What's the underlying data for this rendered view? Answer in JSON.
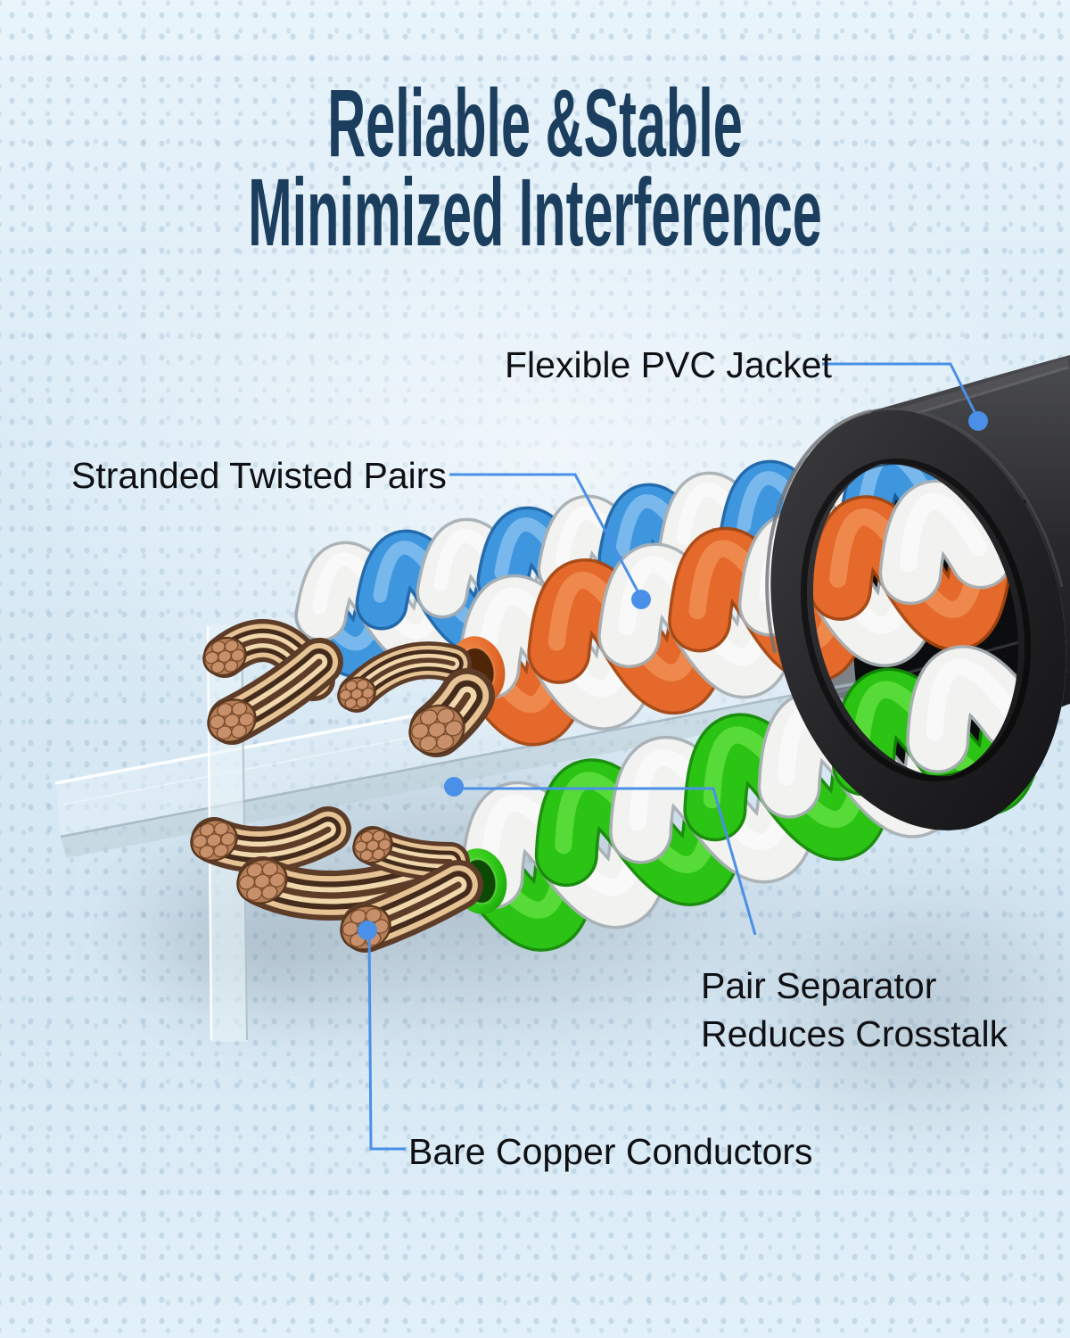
{
  "title": {
    "line1": "Reliable &Stable",
    "line2": "Minimized Interference"
  },
  "labels": {
    "jacket": "Flexible PVC Jacket",
    "pairs": "Stranded Twisted Pairs",
    "separator_line1": "Pair Separator",
    "separator_line2": "Reduces Crosstalk",
    "copper": "Bare Copper Conductors"
  },
  "colors": {
    "title": "#1b3e5e",
    "label": "#0e1013",
    "leader": "#4a90e8",
    "background": "#d7e8f4",
    "jacket": "#232326",
    "blue": "#3e96df",
    "orange": "#e4692a",
    "green": "#2cc414",
    "white": "#f2f2f1",
    "copper": "#b57e57",
    "separator": "#e4f0f7"
  }
}
